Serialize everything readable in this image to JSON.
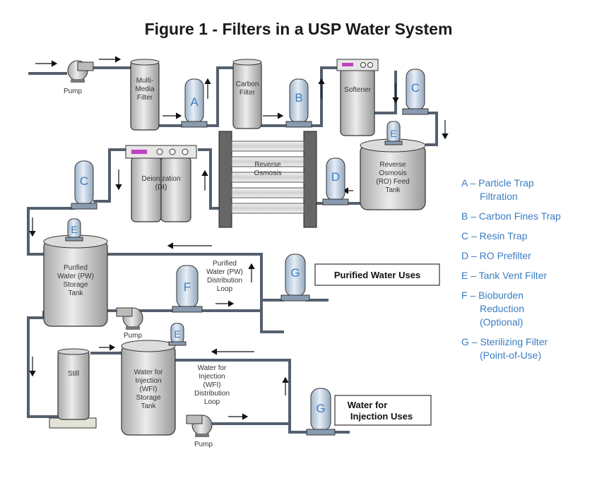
{
  "title": "Figure 1 - Filters in a USP Water System",
  "labels": {
    "pump": "Pump",
    "multimedia": [
      "Multi-",
      "Media",
      "Filter"
    ],
    "carbon": [
      "Carbon",
      "Filter"
    ],
    "softener": "Softener",
    "ro": [
      "Reverse",
      "Osmosis"
    ],
    "ro_tank": [
      "Reverse",
      "Osmosis",
      "(RO) Feed",
      "Tank"
    ],
    "deionization": [
      "Deionization",
      "(DI)"
    ],
    "pw_tank": [
      "Purified",
      "Water (PW)",
      "Storage",
      "Tank"
    ],
    "pw_loop": [
      "Purified",
      "Water (PW)",
      "Distribution",
      "Loop"
    ],
    "still": "Still",
    "wfi_tank": [
      "Water for",
      "Injection",
      "(WFI)",
      "Storage",
      "Tank"
    ],
    "wfi_loop": [
      "Water for",
      "Injection",
      "(WFI)",
      "Distribution",
      "Loop"
    ],
    "purified_uses": "Purified  Water Uses",
    "injection_uses": [
      "Water for",
      "Injection Uses"
    ]
  },
  "filter_letters": {
    "A": "A",
    "B": "B",
    "C": "C",
    "D": "D",
    "E": "E",
    "F": "F",
    "G": "G"
  },
  "legend": [
    {
      "lines": [
        "A – Particle Trap",
        "Filtration"
      ]
    },
    {
      "lines": [
        "B – Carbon Fines Trap"
      ]
    },
    {
      "lines": [
        "C – Resin Trap"
      ]
    },
    {
      "lines": [
        "D – RO Prefilter"
      ]
    },
    {
      "lines": [
        "E – Tank Vent Filter"
      ]
    },
    {
      "lines": [
        "F – Bioburden",
        "Reduction",
        "(Optional)"
      ]
    },
    {
      "lines": [
        "G – Sterilizing Filter",
        "(Point-of-Use)"
      ]
    }
  ],
  "colors": {
    "filter_letter": "#3a7dc2",
    "pipe": "#55606e",
    "indicator": "#c040c0"
  }
}
